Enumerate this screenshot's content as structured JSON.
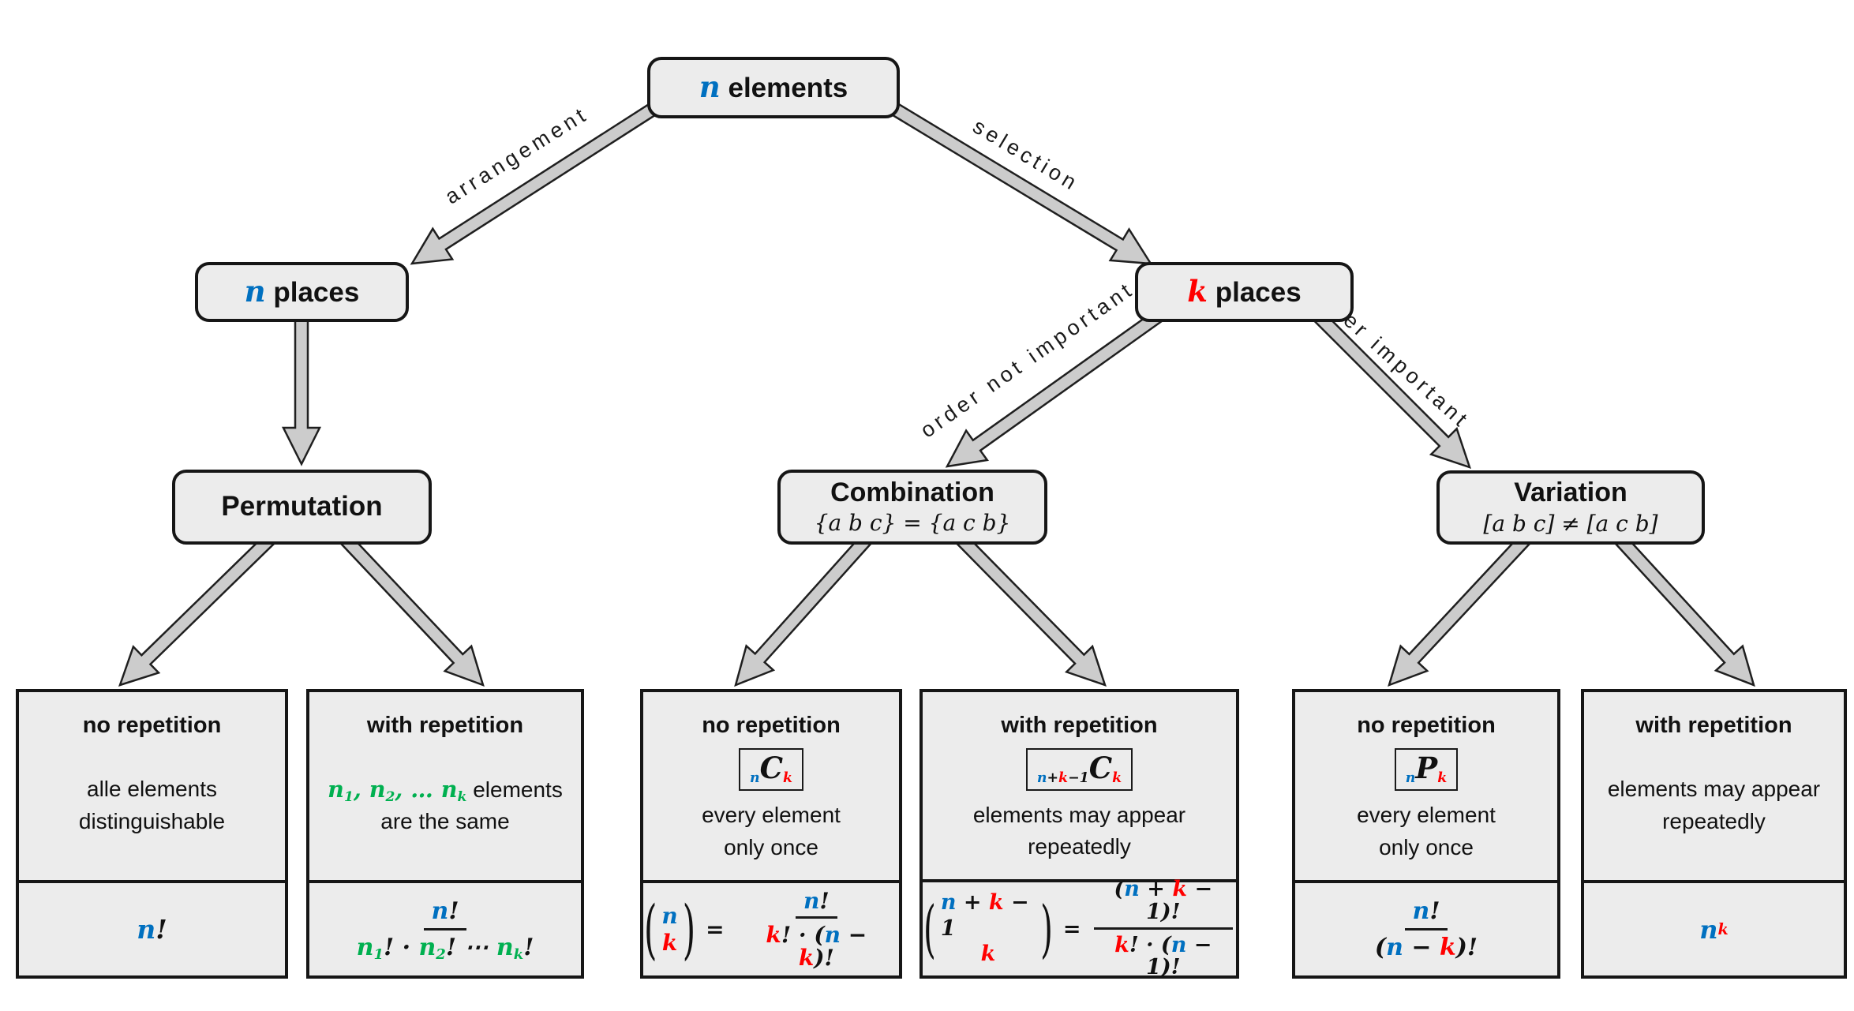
{
  "palette": {
    "n_color": "#0070C0",
    "k_color": "#FF0000",
    "group_color": "#00B050",
    "box_fill": "#ECECEC",
    "border_color": "#161616",
    "arrow_fill": "#CCCCCC"
  },
  "nodes": {
    "root": {
      "label_html": "<span class='math vn'>n</span> elements"
    },
    "n_places": {
      "label_html": "<span class='math vn'>n</span> places"
    },
    "k_places": {
      "label_html": "<span class='math vk'>k</span> places"
    },
    "permutation": {
      "title": "Permutation"
    },
    "combination": {
      "title": "Combination",
      "subtitle": "{a b c} = {a c b}"
    },
    "variation": {
      "title": "Variation",
      "subtitle": "[a b c] ≠ [a c b]"
    }
  },
  "edges": {
    "arrangement": "arrangement",
    "selection": "selection",
    "order_not_important": "order not important",
    "order_important": "order important"
  },
  "leaves": [
    {
      "title": "no repetition",
      "desc_html": "alle elements<br>distinguishable",
      "formula_html": "<span class='vn'>n</span>!"
    },
    {
      "title": "with repetition",
      "desc_html": "<span class='math vg'>n<sub>1</sub>, n<sub>2</sub>, … n<sub>k</sub></span> elements<br>are the same",
      "formula_html": "<span class='frac'><span class='num'><span class='vn'>n</span>!</span><span class='den'><span class='vg'>n<sub>1</sub></span>! · <span class='vg'>n<sub>2</sub></span>! ⋯ <span class='vg'>n<sub>k</sub></span>!</span></span>"
    },
    {
      "title": "no repetition",
      "badge_html": "<sub class='vn'>n</sub><span class='cap'>C</span><sub class='vk'>k</sub>",
      "desc_html": "every element<br>only once",
      "formula_html": "<span class='binom'><span class='par'>(</span><span class='stk'><span class='vn'>n</span><span class='vk'>k</span></span><span class='par'>)</span></span><span class='op'>=</span><span class='frac'><span class='num'><span class='vn'>n</span>!</span><span class='den'><span class='vk'>k</span>! · (<span class='vn'>n</span> − <span class='vk'>k</span>)!</span></span>"
    },
    {
      "title": "with repetition",
      "badge_html": "<sub><span class='vn'>n</span>+<span class='vk'>k</span>−1</sub><span class='cap'>C</span><sub class='vk'>k</sub>",
      "desc_html": "elements may appear<br>repeatedly",
      "formula_html": "<span class='binom'><span class='par'>(</span><span class='stk'><span><span class='vn'>n</span> + <span class='vk'>k</span> − 1</span><span class='vk'>k</span></span><span class='par'>)</span></span><span class='op'>=</span><span class='frac'><span class='num'>(<span class='vn'>n</span> + <span class='vk'>k</span> − 1)!</span><span class='den'><span class='vk'>k</span>! · (<span class='vn'>n</span> − 1)!</span></span>"
    },
    {
      "title": "no repetition",
      "badge_html": "<sub class='vn'>n</sub><span class='cap'>P</span><sub class='vk'>k</sub>",
      "desc_html": "every element<br>only once",
      "formula_html": "<span class='frac'><span class='num'><span class='vn'>n</span>!</span><span class='den'>(<span class='vn'>n</span> − <span class='vk'>k</span>)!</span></span>"
    },
    {
      "title": "with repetition",
      "desc_html": "elements may appear<br>repeatedly",
      "formula_html": "<span class='vn'>n</span><sup class='vk'>k</sup>"
    }
  ]
}
